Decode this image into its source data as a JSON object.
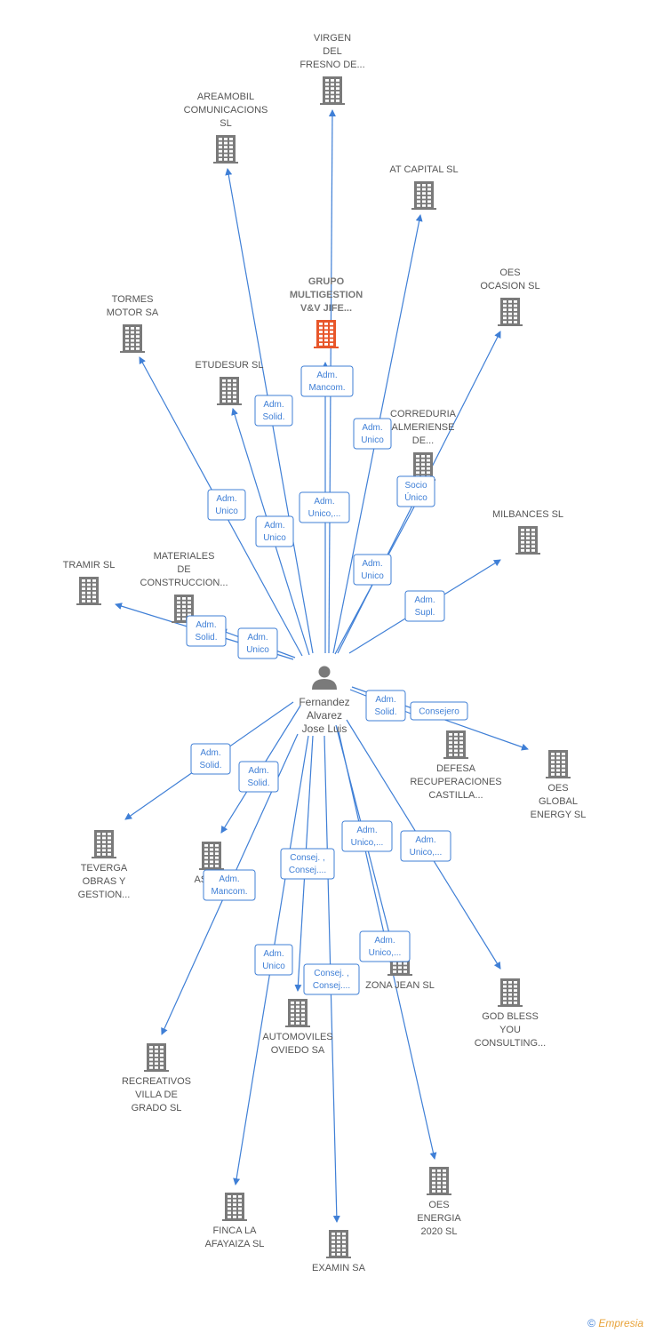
{
  "center": {
    "id": "person",
    "label": [
      "Fernandez",
      "Alvarez",
      "Jose Luis"
    ]
  },
  "companies": [
    {
      "id": "virgen",
      "label": [
        "VIRGEN",
        "DEL",
        "FRESNO DE..."
      ],
      "highlight": false
    },
    {
      "id": "areamobil",
      "label": [
        "AREAMOBIL",
        "COMUNICACIONS",
        "SL"
      ],
      "highlight": false
    },
    {
      "id": "atcapital",
      "label": [
        "AT CAPITAL  SL"
      ],
      "highlight": false
    },
    {
      "id": "grupo",
      "label": [
        "GRUPO",
        "MULTIGESTION",
        "V&V JIFE..."
      ],
      "highlight": true
    },
    {
      "id": "oesocasion",
      "label": [
        "OES",
        "OCASION  SL"
      ],
      "highlight": false
    },
    {
      "id": "tormes",
      "label": [
        "TORMES",
        "MOTOR SA"
      ],
      "highlight": false
    },
    {
      "id": "etudesur",
      "label": [
        "ETUDESUR  SL"
      ],
      "highlight": false
    },
    {
      "id": "correduria",
      "label": [
        "CORREDURIA",
        "ALMERIENSE",
        "DE..."
      ],
      "highlight": false
    },
    {
      "id": "milbances",
      "label": [
        "MILBANCES SL"
      ],
      "highlight": false
    },
    {
      "id": "tramir",
      "label": [
        "TRAMIR SL"
      ],
      "highlight": false
    },
    {
      "id": "materiales",
      "label": [
        "MATERIALES",
        "DE",
        "CONSTRUCCION..."
      ],
      "highlight": false
    },
    {
      "id": "defesa",
      "label": [
        "DEFESA",
        "RECUPERACIONES",
        "CASTILLA..."
      ],
      "highlight": false
    },
    {
      "id": "oesglobal",
      "label": [
        "OES",
        "GLOBAL",
        "ENERGY  SL"
      ],
      "highlight": false
    },
    {
      "id": "teverga",
      "label": [
        "TEVERGA",
        "OBRAS Y",
        "GESTION..."
      ],
      "highlight": false
    },
    {
      "id": "aspr",
      "label": [
        "ASPR..."
      ],
      "highlight": false
    },
    {
      "id": "zonajean",
      "label": [
        "ZONA JEAN SL"
      ],
      "highlight": false
    },
    {
      "id": "godbless",
      "label": [
        "GOD BLESS",
        "YOU",
        "CONSULTING..."
      ],
      "highlight": false
    },
    {
      "id": "automoviles",
      "label": [
        "AUTOMOVILES",
        "OVIEDO SA"
      ],
      "highlight": false
    },
    {
      "id": "recreativos",
      "label": [
        "RECREATIVOS",
        "VILLA DE",
        "GRADO  SL"
      ],
      "highlight": false
    },
    {
      "id": "oesenergia",
      "label": [
        "OES",
        "ENERGIA",
        "2020  SL"
      ],
      "highlight": false
    },
    {
      "id": "finca",
      "label": [
        "FINCA LA",
        "AFAYAIZA  SL"
      ],
      "highlight": false
    },
    {
      "id": "examin",
      "label": [
        "EXAMIN SA"
      ],
      "highlight": false
    }
  ],
  "relations": [
    {
      "target": "virgen",
      "label": [
        "Adm.",
        "Mancom."
      ]
    },
    {
      "target": "areamobil",
      "label": [
        "Adm.",
        "Solid."
      ]
    },
    {
      "target": "atcapital",
      "label": [
        "Adm.",
        "Unico"
      ]
    },
    {
      "target": "grupo",
      "label": [
        "Adm.",
        "Unico,..."
      ]
    },
    {
      "target": "oesocasion",
      "label": [
        "Socio",
        "Único"
      ]
    },
    {
      "target": "tormes",
      "label": [
        "Adm.",
        "Unico"
      ]
    },
    {
      "target": "etudesur",
      "label": [
        "Adm.",
        "Unico"
      ]
    },
    {
      "target": "correduria",
      "label": [
        "Adm.",
        "Unico"
      ]
    },
    {
      "target": "milbances",
      "label": [
        "Adm.",
        "Supl."
      ]
    },
    {
      "target": "tramir",
      "label": [
        "Adm.",
        "Solid."
      ]
    },
    {
      "target": "materiales",
      "label": [
        "Adm.",
        "Unico"
      ]
    },
    {
      "target": "defesa",
      "label": [
        "Adm.",
        "Solid."
      ]
    },
    {
      "target": "oesglobal",
      "label": [
        "Consejero"
      ]
    },
    {
      "target": "teverga",
      "label": [
        "Adm.",
        "Solid."
      ]
    },
    {
      "target": "aspr",
      "label": [
        "Adm.",
        "Solid."
      ]
    },
    {
      "target": "zonajean",
      "label": [
        "Adm.",
        "Unico,..."
      ]
    },
    {
      "target": "godbless",
      "label": [
        "Adm.",
        "Unico,..."
      ]
    },
    {
      "target": "automoviles",
      "label": [
        "Consej. ,",
        "Consej...."
      ]
    },
    {
      "target": "recreativos",
      "label": [
        "Adm.",
        "Mancom."
      ]
    },
    {
      "target": "oesenergia",
      "label": [
        "Adm.",
        "Unico,..."
      ]
    },
    {
      "target": "finca",
      "label": [
        "Adm.",
        "Unico"
      ]
    },
    {
      "target": "examin",
      "label": [
        "Consej. ,",
        "Consej...."
      ]
    }
  ],
  "colors": {
    "edge": "#3f7fd6",
    "building": "#7a7a7a",
    "building_highlight": "#e8562a",
    "person": "#7a7a7a"
  },
  "footer": {
    "copyright": "©",
    "brand": "Empresia"
  }
}
